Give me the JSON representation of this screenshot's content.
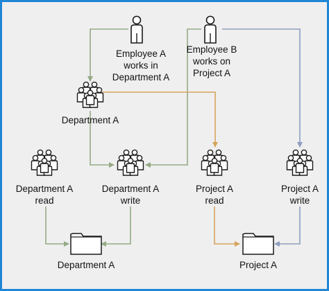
{
  "colors": {
    "frame": "#1f86d6",
    "background": "#efefef",
    "arrow_green": "#94ab86",
    "arrow_orange": "#d6a35c",
    "arrow_blue": "#8e9dbf",
    "icon": "#1a1a1a"
  },
  "people": [
    {
      "icon": "person-icon",
      "lines": [
        "Employee A",
        "works in",
        "Department A"
      ]
    },
    {
      "icon": "person-icon",
      "lines": [
        "Employee B",
        "works on",
        "Project A"
      ]
    }
  ],
  "groups": [
    {
      "icon": "group-icon",
      "lines": [
        "Department A"
      ]
    },
    {
      "icon": "group-icon",
      "lines": [
        "Department A",
        "read"
      ]
    },
    {
      "icon": "group-icon",
      "lines": [
        "Department A",
        "write"
      ]
    },
    {
      "icon": "group-icon",
      "lines": [
        "Project A",
        "read"
      ]
    },
    {
      "icon": "group-icon",
      "lines": [
        "Project A",
        "write"
      ]
    }
  ],
  "folders": [
    {
      "icon": "folder-icon",
      "label": "Department A"
    },
    {
      "icon": "folder-icon",
      "label": "Project A"
    }
  ]
}
